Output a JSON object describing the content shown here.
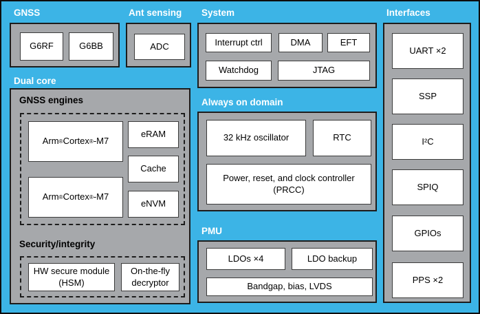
{
  "diagram": {
    "colors": {
      "background": "#3CB4E6",
      "panel_gray": "#A6A8AB",
      "box_white": "#FFFFFF",
      "border_dark": "#1C1C1C",
      "label_text": "#FFFFFF"
    },
    "gnss": {
      "label": "GNSS",
      "g6rf": "G6RF",
      "g6bb": "G6BB"
    },
    "ant": {
      "label": "Ant sensing",
      "adc": "ADC"
    },
    "system": {
      "label": "System",
      "interrupt": "Interrupt ctrl",
      "dma": "DMA",
      "eft": "EFT",
      "watchdog": "Watchdog",
      "jtag": "JTAG"
    },
    "interfaces": {
      "label": "Interfaces",
      "uart": "UART ×2",
      "ssp": "SSP",
      "i2c": "I²C",
      "spiq": "SPIQ",
      "gpios": "GPIOs",
      "pps": "PPS ×2"
    },
    "dual_core": {
      "label": "Dual core",
      "gnss_engines": {
        "title": "GNSS engines",
        "cpu1": "Arm® Cortex®-M7",
        "cpu2": "Arm® Cortex®-M7",
        "eram": "eRAM",
        "cache": "Cache",
        "envm": "eNVM"
      },
      "security": {
        "title": "Security/integrity",
        "hsm": "HW secure module\n(HSM)",
        "decryptor": "On-the-fly\ndecryptor"
      }
    },
    "always_on": {
      "label": "Always on domain",
      "oscillator": "32 kHz oscillator",
      "rtc": "RTC",
      "prcc": "Power, reset, and clock controller\n(PRCC)"
    },
    "pmu": {
      "label": "PMU",
      "ldos": "LDOs ×4",
      "ldo_backup": "LDO backup",
      "bandgap": "Bandgap, bias, LVDS"
    }
  }
}
